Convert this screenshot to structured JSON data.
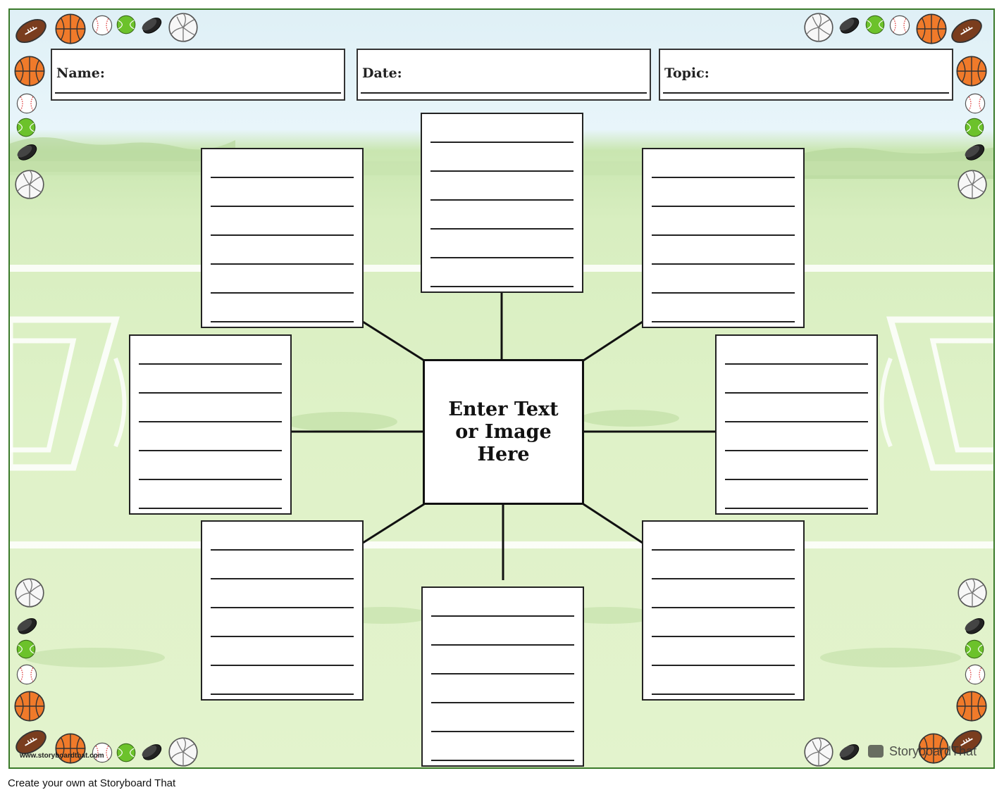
{
  "header": {
    "name_label": "Name:",
    "date_label": "Date:",
    "topic_label": "Topic:"
  },
  "center": {
    "text": "Enter Text\nor Image\nHere"
  },
  "footer": {
    "credit": "Create your own at Storyboard That",
    "watermark_left": "www.storyboardthat.com",
    "watermark_right": "StoryboardThat"
  },
  "colors": {
    "border": "#3a7a2a",
    "grass": "#d8eec0",
    "sky": "#dff0f6",
    "ink": "#222222"
  },
  "icons": [
    "football-icon",
    "basketball-icon",
    "baseball-icon",
    "tennis-ball-icon",
    "hockey-puck-icon",
    "volleyball-icon"
  ]
}
